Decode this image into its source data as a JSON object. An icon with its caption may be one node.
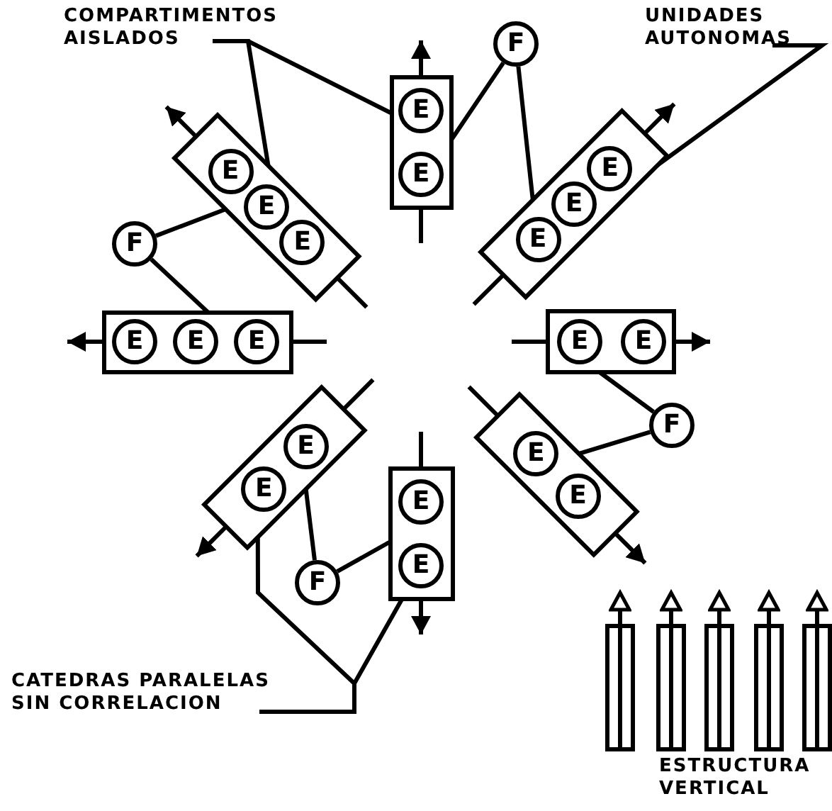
{
  "diagram": {
    "nodes": [
      {
        "text": [
          "COMPARTIMENTOS AISLADOS"
        ]
      },
      {
        "text": [
          "UNIDADES AUTONOMAS"
        ]
      },
      {
        "text": [],
        "shape": "box"
      },
      {
        "text": [
          "E"
        ],
        "in": 2
      },
      {
        "text": [
          "E"
        ],
        "in": 2
      },
      {
        "text": [
          "E"
        ],
        "in": 2
      },
      {
        "text": [],
        "shape": "box"
      },
      {
        "text": [
          "E"
        ],
        "in": 6
      },
      {
        "text": [
          "E"
        ],
        "in": 6
      },
      {
        "text": [
          "F"
        ]
      },
      {
        "text": [],
        "shape": "box"
      },
      {
        "text": [
          "E"
        ],
        "in": 10
      },
      {
        "text": [
          "E"
        ],
        "in": 10
      },
      {
        "text": [
          "E"
        ],
        "in": 10
      },
      {
        "text": [
          "F"
        ]
      },
      {
        "text": [],
        "shape": "box"
      },
      {
        "text": [
          "E"
        ],
        "in": 15
      },
      {
        "text": [
          "E"
        ],
        "in": 15
      },
      {
        "text": [
          "E"
        ],
        "in": 15
      },
      {
        "text": [],
        "shape": "box"
      },
      {
        "text": [
          "E"
        ],
        "in": 19
      },
      {
        "text": [
          "E"
        ],
        "in": 19
      },
      {
        "text": [
          "F"
        ]
      },
      {
        "text": [],
        "shape": "box"
      },
      {
        "text": [
          "E"
        ],
        "in": 23
      },
      {
        "text": [
          "E"
        ],
        "in": 23
      },
      {
        "text": [],
        "shape": "box"
      },
      {
        "text": [
          "E"
        ],
        "in": 26
      },
      {
        "text": [
          "E"
        ],
        "in": 26
      },
      {
        "text": [],
        "shape": "box"
      },
      {
        "text": [
          "E"
        ],
        "in": 29
      },
      {
        "text": [
          "E"
        ],
        "in": 29
      },
      {
        "text": [
          "F"
        ]
      },
      {
        "text": [
          "CATEDRAS PARALELAS SIN CORRELACION"
        ]
      },
      {
        "text": [],
        "shape": "bar"
      },
      {
        "text": [],
        "shape": "bar"
      },
      {
        "text": [],
        "shape": "bar"
      },
      {
        "text": [],
        "shape": "bar"
      },
      {
        "text": [],
        "shape": "bar"
      }
    ],
    "edges": [
      {
        "from": 0,
        "to": 2,
        "arrow": "none"
      },
      {
        "from": 0,
        "to": 6,
        "arrow": "none"
      },
      {
        "from": 1,
        "to": 10,
        "arrow": "none"
      },
      {
        "from": 9,
        "to": 6,
        "arrow": "none"
      },
      {
        "from": 9,
        "to": 10,
        "arrow": "none"
      },
      {
        "from": 14,
        "to": 2,
        "arrow": "none"
      },
      {
        "from": 14,
        "to": 15,
        "arrow": "none"
      },
      {
        "from": 19,
        "to": 22,
        "arrow": "none"
      },
      {
        "from": 22,
        "to": 23,
        "arrow": "none"
      },
      {
        "from": 32,
        "to": 26,
        "arrow": "none"
      },
      {
        "from": 32,
        "to": 29,
        "arrow": "none"
      },
      {
        "from": 33,
        "to": 26,
        "arrow": "none"
      },
      {
        "from": 33,
        "to": 31,
        "arrow": "none"
      },
      {
        "from": 2,
        "to": null,
        "arrow": "to"
      },
      {
        "from": null,
        "to": 2,
        "arrow": "none"
      },
      {
        "from": 6,
        "to": null,
        "arrow": "to"
      },
      {
        "from": null,
        "to": 6,
        "arrow": "none"
      },
      {
        "from": 10,
        "to": null,
        "arrow": "to"
      },
      {
        "from": null,
        "to": 10,
        "arrow": "none"
      },
      {
        "from": 15,
        "to": null,
        "arrow": "to"
      },
      {
        "from": null,
        "to": 15,
        "arrow": "none"
      },
      {
        "from": 19,
        "to": null,
        "arrow": "to"
      },
      {
        "from": null,
        "to": 19,
        "arrow": "none"
      },
      {
        "from": 23,
        "to": null,
        "arrow": "to"
      },
      {
        "from": null,
        "to": 23,
        "arrow": "none"
      },
      {
        "from": 26,
        "to": null,
        "arrow": "to"
      },
      {
        "from": null,
        "to": 26,
        "arrow": "none"
      },
      {
        "from": 29,
        "to": null,
        "arrow": "to"
      },
      {
        "from": null,
        "to": 29,
        "arrow": "none"
      },
      {
        "from": 34,
        "to": null,
        "arrow": "to"
      },
      {
        "from": 35,
        "to": null,
        "arrow": "to"
      },
      {
        "from": 36,
        "to": null,
        "arrow": "to"
      },
      {
        "from": 37,
        "to": null,
        "arrow": "to"
      },
      {
        "from": 38,
        "to": null,
        "arrow": "to"
      }
    ],
    "labels": [
      "ESTRUCTURA VERTICAL"
    ]
  }
}
